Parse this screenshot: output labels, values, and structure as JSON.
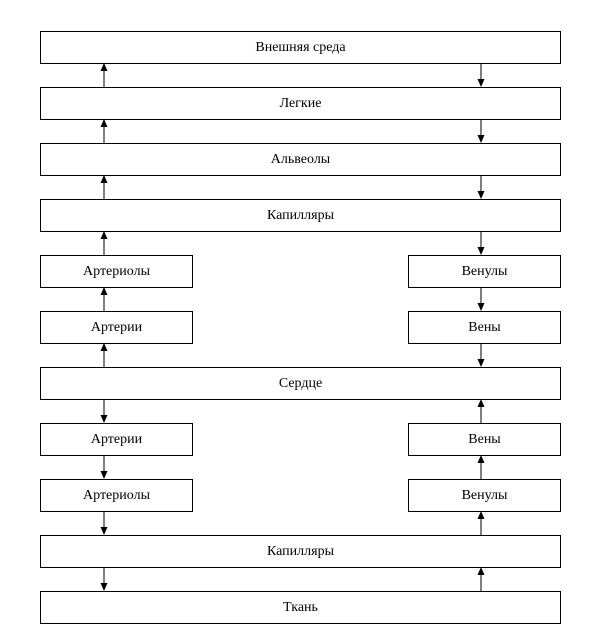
{
  "diagram": {
    "external_env": "Внешняя среда",
    "lungs": "Легкие",
    "alveoli": "Альвеолы",
    "pulm_capillaries": "Капилляры",
    "pulm_arterioles": "Артериолы",
    "pulm_venules": "Венулы",
    "pulm_arteries": "Артерии",
    "pulm_veins": "Вены",
    "heart": "Сердце",
    "sys_arteries": "Артерии",
    "sys_veins": "Вены",
    "sys_arterioles": "Артериолы",
    "sys_venules": "Венулы",
    "sys_capillaries": "Капилляры",
    "tissue": "Ткань"
  }
}
